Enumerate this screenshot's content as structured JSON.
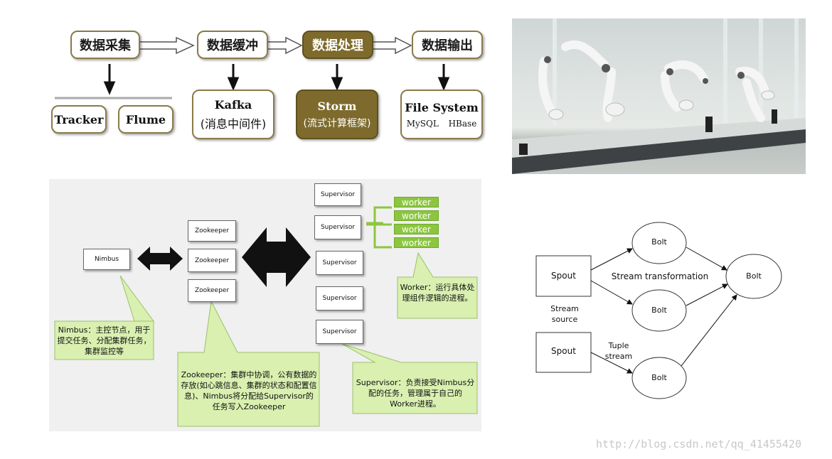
{
  "pipeline": {
    "stages": [
      "数据采集",
      "数据缓冲",
      "数据处理",
      "数据输出"
    ],
    "tracker": "Tracker",
    "flume": "Flume",
    "kafka": "Kafka",
    "kafka_sub": "(消息中间件)",
    "storm": "Storm",
    "storm_sub": "(流式计算框架)",
    "filesystem": "File System",
    "filesystem_sub": "MySQL HBase"
  },
  "architecture": {
    "nimbus": "Nimbus",
    "zookeeper": "Zookeeper",
    "supervisor": "Supervisor",
    "worker": "worker",
    "callouts": {
      "nimbus": "Nimbus：主控节点，用于提交任务、分配集群任务，集群监控等",
      "zookeeper": "Zookeeper：集群中协调，公有数据的存放(如心跳信息、集群的状态和配置信息)、Nimbus将分配给Supervisor的任务写入Zookeeper",
      "supervisor": "Supervisor：负责接受Nimbus分配的任务，管理属于自己的Worker进程。",
      "worker": "Worker：运行具体处理组件逻辑的进程。"
    }
  },
  "topology": {
    "spout": "Spout",
    "bolt": "Bolt",
    "stream_transformation": "Stream transformation",
    "stream_source": "Stream source",
    "tuple_stream": "Tuple stream"
  },
  "watermark": "http://blog.csdn.net/qq_41455420",
  "colors": {
    "accent": "#7d6a2c",
    "worker_green": "#8cc63f",
    "callout_green": "#d9f0b0"
  }
}
